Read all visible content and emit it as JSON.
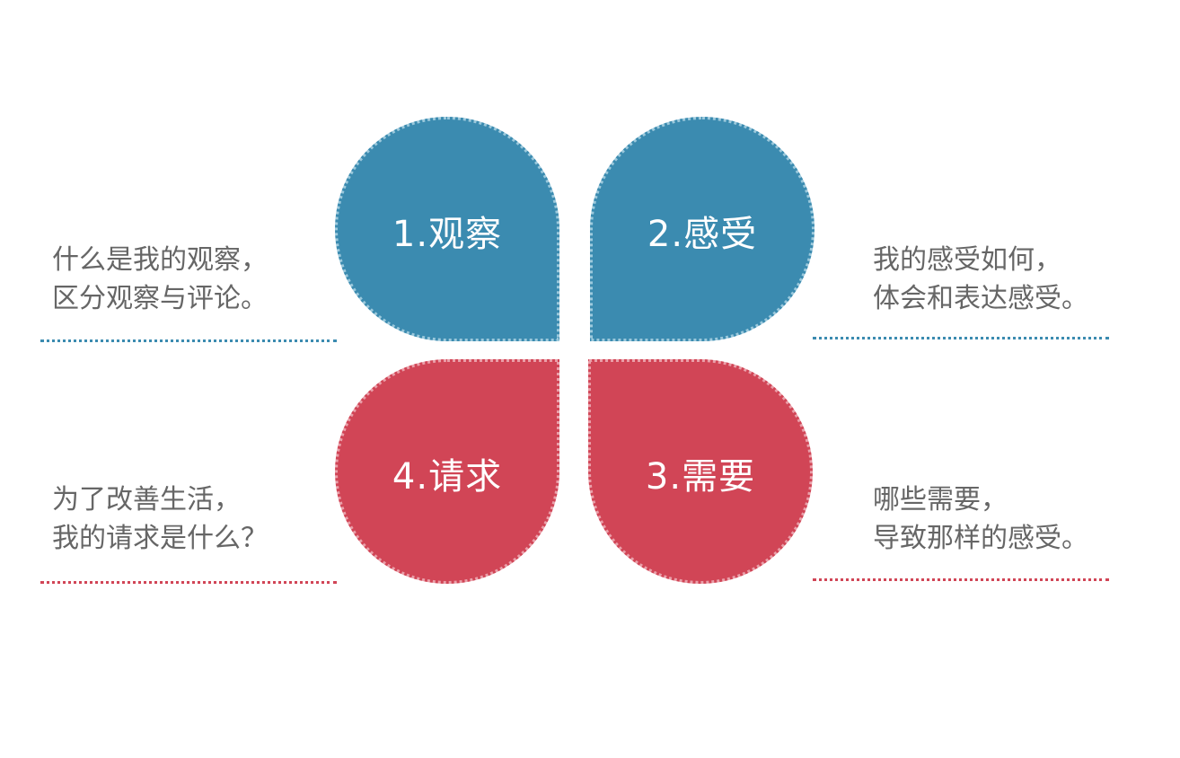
{
  "petals": {
    "observation": {
      "label": "1.观察",
      "color": "#3b8bb0"
    },
    "feeling": {
      "label": "2.感受",
      "color": "#3b8bb0"
    },
    "need": {
      "label": "3.需要",
      "color": "#d14556"
    },
    "request": {
      "label": "4.请求",
      "color": "#d14556"
    }
  },
  "descriptions": {
    "observation": {
      "line1": "什么是我的观察，",
      "line2": "区分观察与评论。"
    },
    "feeling": {
      "line1": "我的感受如何，",
      "line2": "体会和表达感受。"
    },
    "need": {
      "line1": "哪些需要，",
      "line2": "导致那样的感受。"
    },
    "request": {
      "line1": "为了改善生活，",
      "line2": "我的请求是什么？"
    }
  }
}
